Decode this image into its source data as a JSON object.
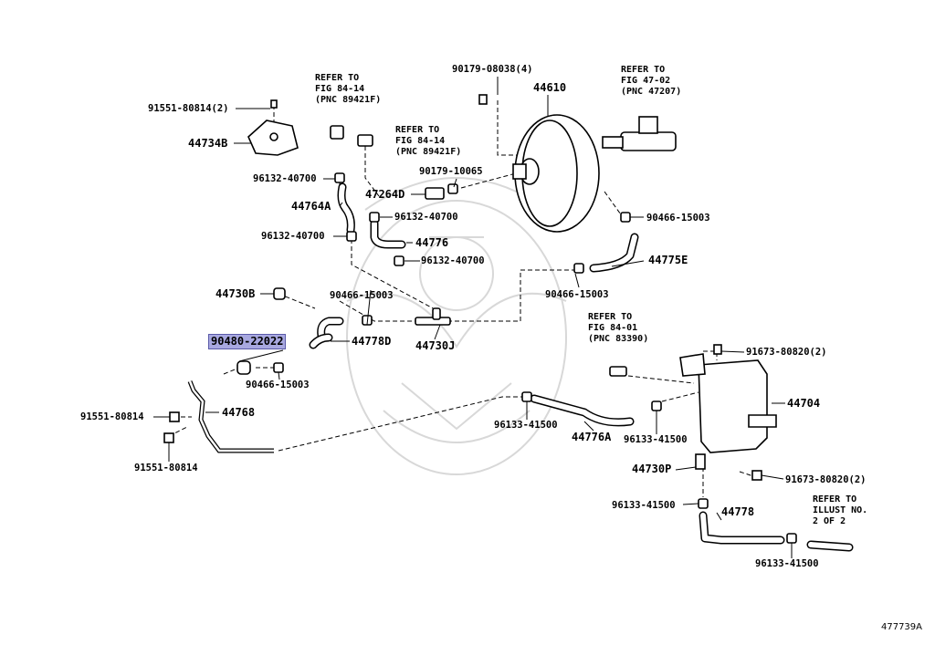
{
  "diagram_code": "477739A",
  "refer_notes": {
    "fig_84_14_a": [
      "REFER TO",
      "FIG 84-14",
      "(PNC 89421F)"
    ],
    "fig_84_14_b": [
      "REFER TO",
      "FIG 84-14",
      "(PNC 89421F)"
    ],
    "fig_47_02": [
      "REFER TO",
      "FIG 47-02",
      "(PNC 47207)"
    ],
    "fig_84_01": [
      "REFER TO",
      "FIG 84-01",
      "(PNC 83390)"
    ],
    "illust_2": [
      "REFER TO",
      "ILLUST NO.",
      "2 OF 2"
    ]
  },
  "parts": {
    "p_91551_80814_2": "91551-80814(2)",
    "p_44734B": "44734B",
    "p_96132_40700_a": "96132-40700",
    "p_44764A": "44764A",
    "p_96132_40700_b": "96132-40700",
    "p_47264D": "47264D",
    "p_96132_40700_c": "96132-40700",
    "p_44776": "44776",
    "p_96132_40700_d": "96132-40700",
    "p_90179_08038_4": "90179-08038(4)",
    "p_44610": "44610",
    "p_90179_10065": "90179-10065",
    "p_90466_15003_a": "90466-15003",
    "p_44775E": "44775E",
    "p_90466_15003_b": "90466-15003",
    "p_44730B": "44730B",
    "p_90466_15003_c": "90466-15003",
    "p_44730J": "44730J",
    "p_90480_22022": "90480-22022",
    "p_44778D": "44778D",
    "p_90466_15003_d": "90466-15003",
    "p_91551_80814_a": "91551-80814",
    "p_44768": "44768",
    "p_91551_80814_b": "91551-80814",
    "p_91673_80820_2a": "91673-80820(2)",
    "p_44704": "44704",
    "p_96133_41500_a": "96133-41500",
    "p_44776A": "44776A",
    "p_96133_41500_b": "96133-41500",
    "p_44730P": "44730P",
    "p_91673_80820_2b": "91673-80820(2)",
    "p_96133_41500_c": "96133-41500",
    "p_44778": "44778",
    "p_96133_41500_d": "96133-41500"
  },
  "highlighted_part": "90480-22022"
}
